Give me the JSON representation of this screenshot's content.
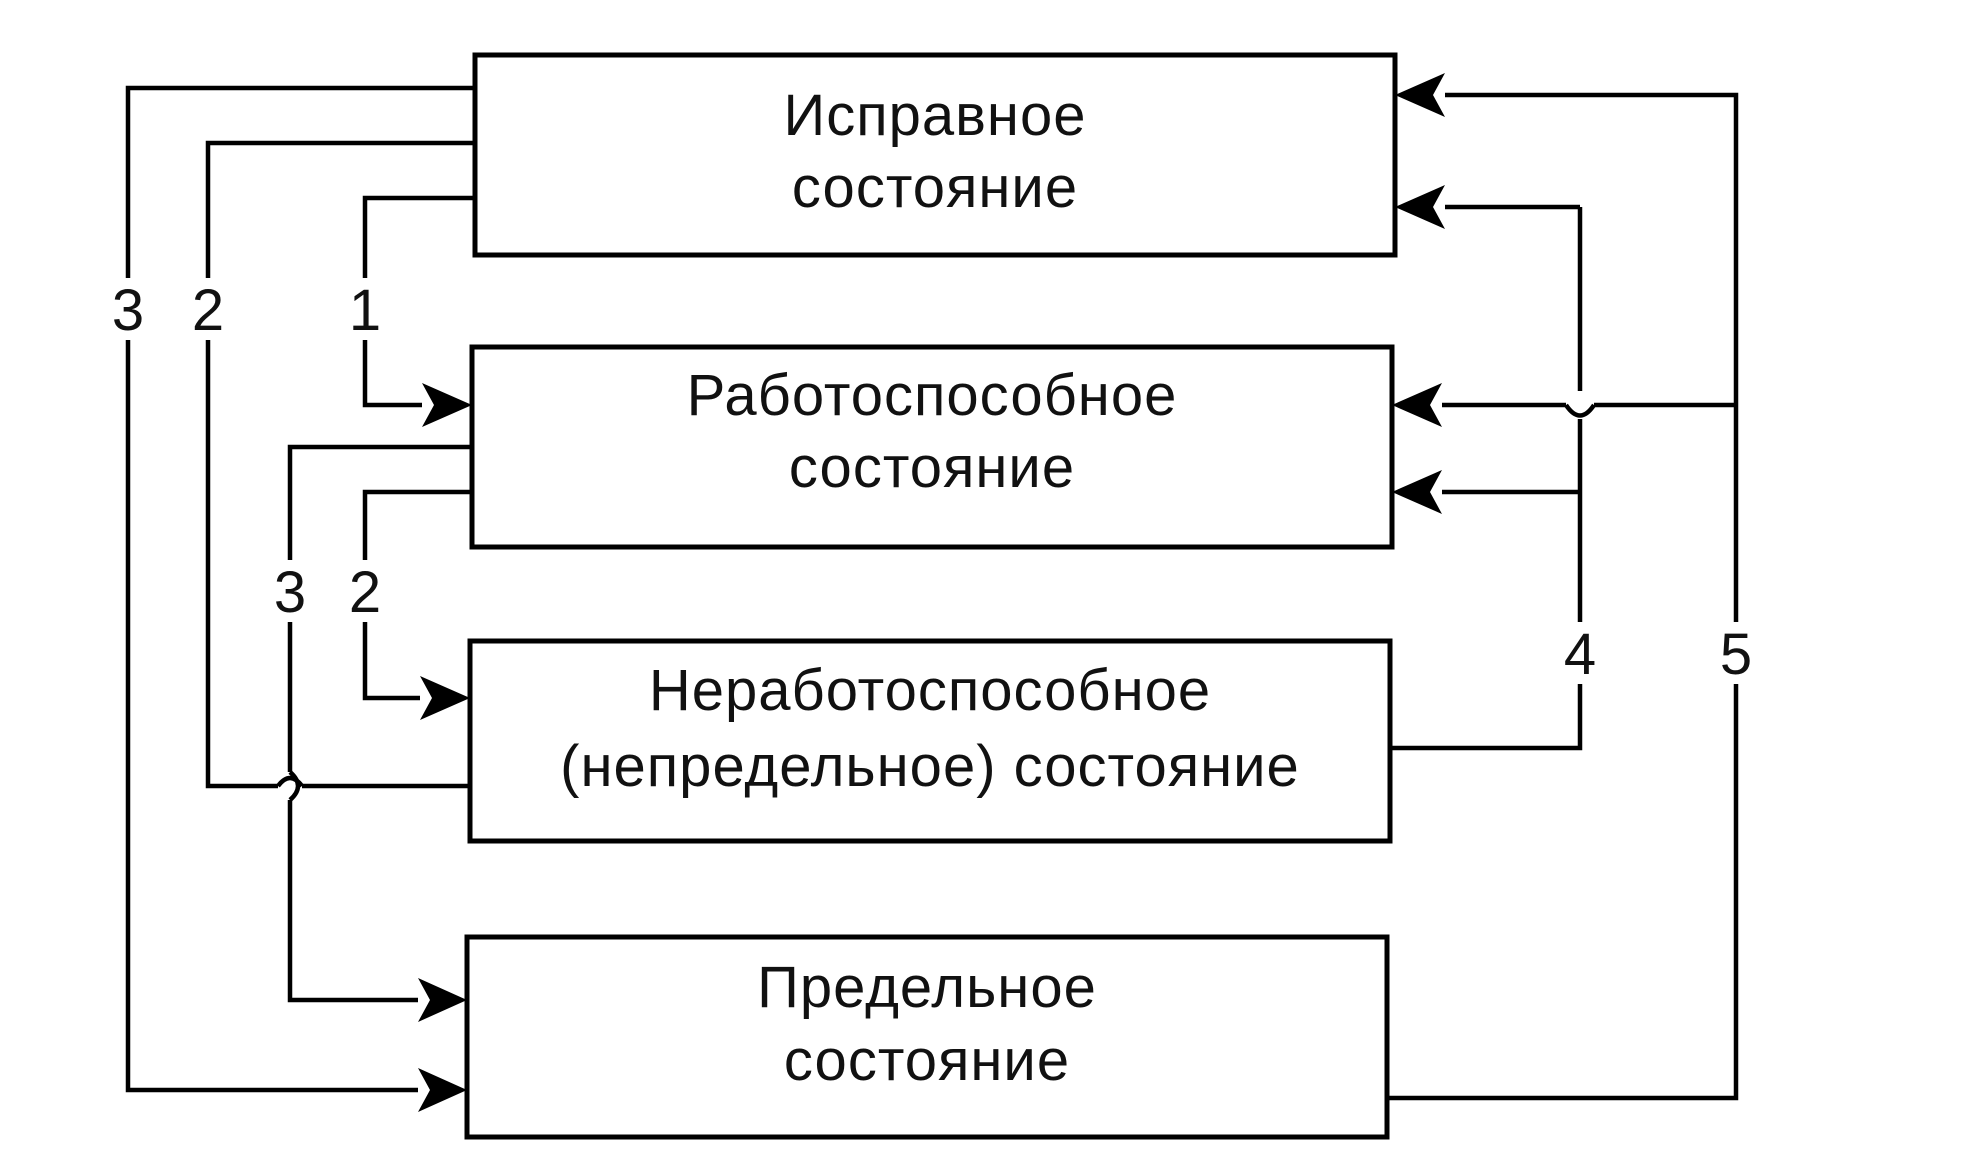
{
  "diagram": {
    "states": {
      "serviceable": {
        "line1": "Исправное",
        "line2": "состояние"
      },
      "operable": {
        "line1": "Работоспособное",
        "line2": "состояние"
      },
      "inoperable": {
        "line1": "Неработоспособное",
        "line2": "(непредельное) состояние"
      },
      "limit": {
        "line1": "Предельное",
        "line2": "состояние"
      }
    },
    "transitions": {
      "from_serviceable_to_limit": "3",
      "from_serviceable_to_inoperable": "2",
      "from_serviceable_to_operable": "1",
      "from_operable_to_limit": "3",
      "from_operable_to_inoperable": "2",
      "restore_from_inoperable": "4",
      "restore_from_limit": "5"
    },
    "colors": {
      "line": "#000000",
      "background": "#ffffff"
    }
  }
}
